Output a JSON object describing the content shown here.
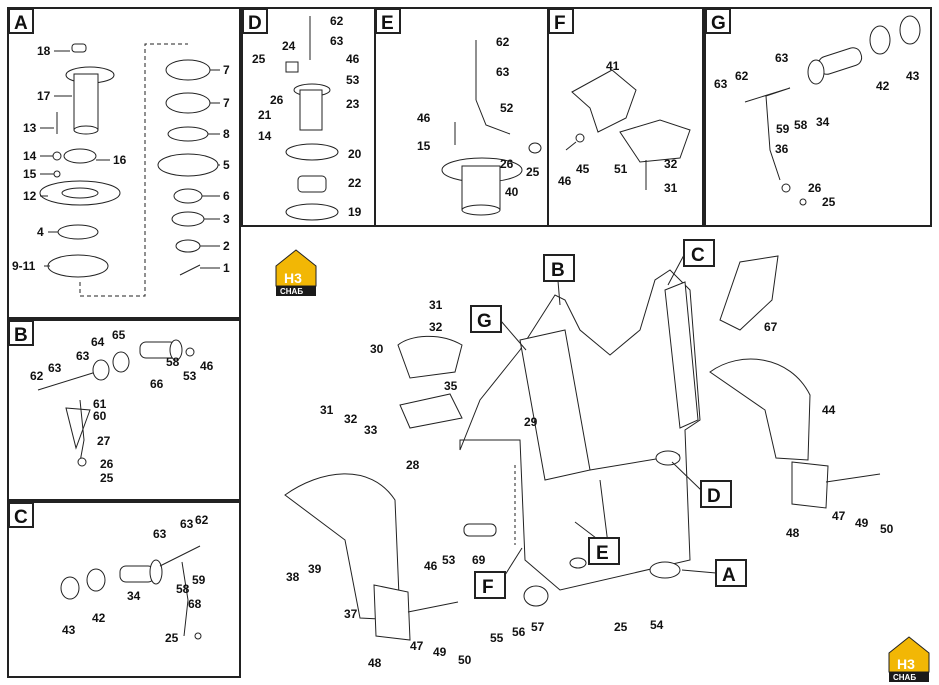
{
  "panels": {
    "A": {
      "label": "A",
      "parts": [
        "18",
        "17",
        "13",
        "14",
        "15",
        "16",
        "12",
        "4",
        "9-11",
        "7",
        "7",
        "8",
        "5",
        "6",
        "3",
        "2",
        "1"
      ]
    },
    "B": {
      "label": "B",
      "parts": [
        "62",
        "63",
        "63",
        "64",
        "65",
        "66",
        "61",
        "60",
        "27",
        "58",
        "53",
        "46",
        "26",
        "25"
      ]
    },
    "C": {
      "label": "C",
      "parts": [
        "63",
        "63",
        "62",
        "59",
        "58",
        "68",
        "34",
        "42",
        "43",
        "25"
      ]
    },
    "D": {
      "label": "D",
      "parts": [
        "62",
        "63",
        "24",
        "46",
        "25",
        "53",
        "26",
        "23",
        "21",
        "14",
        "20",
        "22",
        "19"
      ]
    },
    "E": {
      "label": "E",
      "parts": [
        "62",
        "63",
        "52",
        "46",
        "15",
        "26",
        "25",
        "40"
      ]
    },
    "F": {
      "label": "F",
      "parts": [
        "41",
        "45",
        "46",
        "51",
        "32",
        "31"
      ]
    },
    "G": {
      "label": "G",
      "parts": [
        "63",
        "62",
        "63",
        "42",
        "43",
        "59",
        "58",
        "34",
        "36",
        "26",
        "25"
      ]
    }
  },
  "main": {
    "callouts": [
      "B",
      "C",
      "G",
      "D",
      "E",
      "F",
      "A"
    ],
    "parts": [
      "31",
      "32",
      "30",
      "35",
      "31",
      "32",
      "33",
      "28",
      "29",
      "67",
      "44",
      "48",
      "47",
      "49",
      "50",
      "38",
      "39",
      "37",
      "48",
      "47",
      "49",
      "50",
      "46",
      "53",
      "69",
      "55",
      "56",
      "57",
      "25",
      "54"
    ]
  },
  "logo": {
    "top": "Н3",
    "bottom": "СНАБ"
  }
}
